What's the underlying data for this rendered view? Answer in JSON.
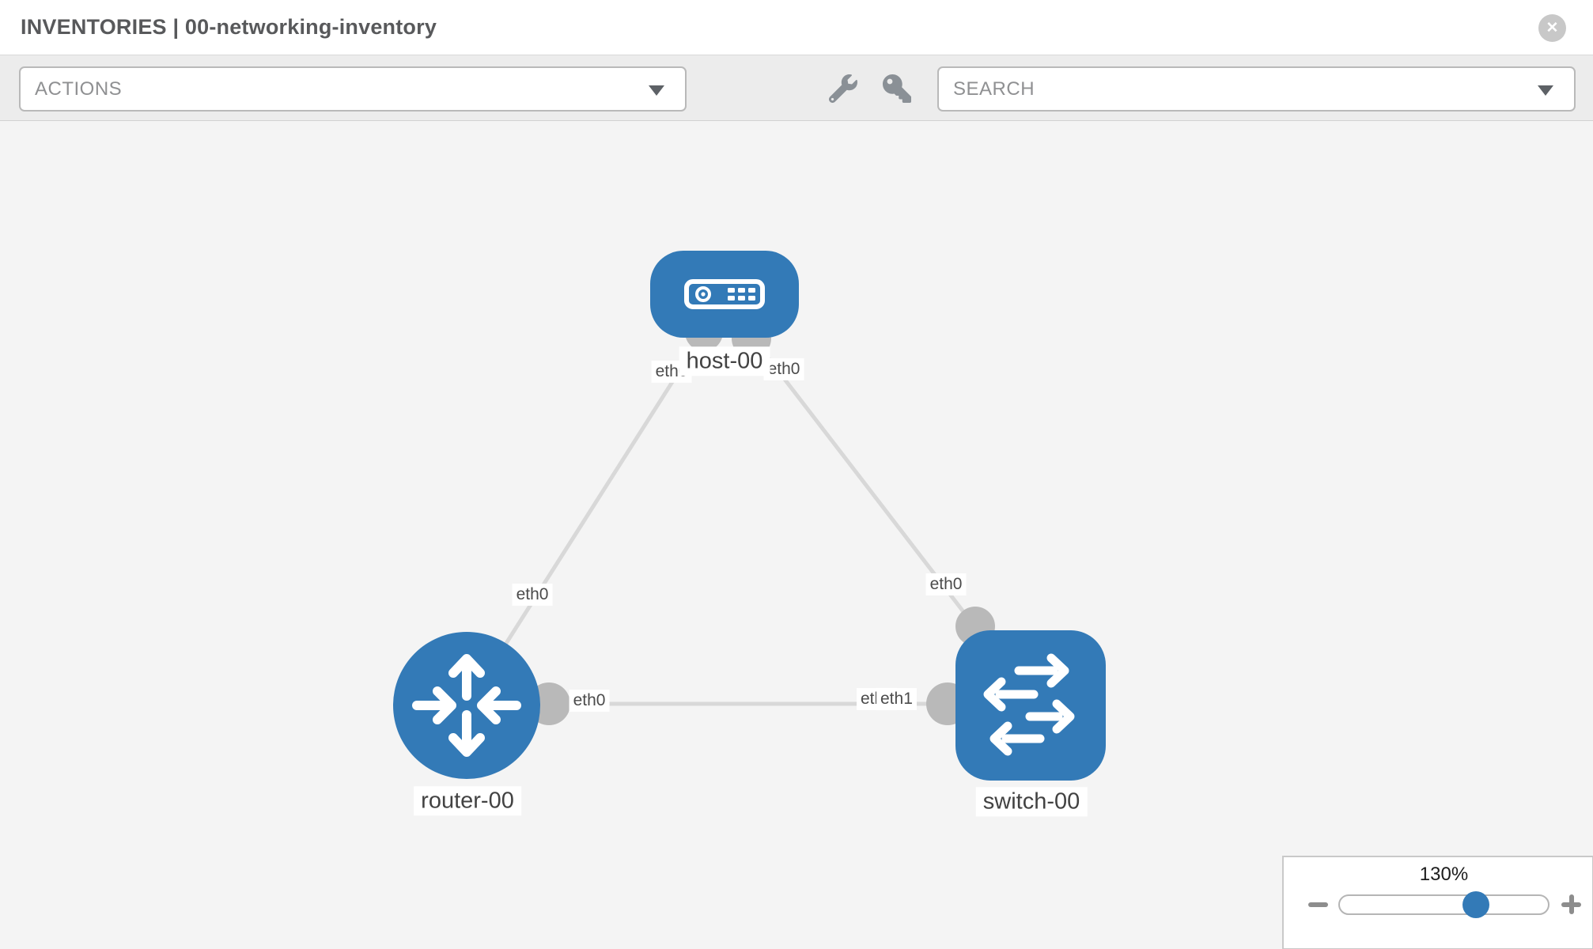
{
  "header": {
    "title": "INVENTORIES | 00-networking-inventory"
  },
  "toolbar": {
    "actions_label": "ACTIONS",
    "search_label": "SEARCH"
  },
  "icons": {
    "close": "✕",
    "wrench": "wrench-icon",
    "key": "key-icon",
    "actions_caret": "caret-down",
    "search_caret": "caret-down"
  },
  "colors": {
    "node_blue": "#337ab7",
    "edge_gray": "#d8d8d8",
    "endpoint_gray": "#b9b9b9",
    "canvas_bg": "#f4f4f4",
    "toolbar_bg": "#ececec"
  },
  "topology": {
    "nodes": [
      {
        "label": "host-00",
        "type": "host"
      },
      {
        "label": "router-00",
        "type": "router"
      },
      {
        "label": "switch-00",
        "type": "switch"
      }
    ],
    "links": [
      {
        "source": "host-00",
        "source_port": "eth0",
        "target": "router-00",
        "target_port": "eth0"
      },
      {
        "source": "host-00",
        "source_port": "eth0",
        "target": "switch-00",
        "target_port": "eth0"
      },
      {
        "source": "router-00",
        "source_port": "eth0",
        "target": "switch-00",
        "target_port": "eth1"
      }
    ],
    "labels": {
      "host": "host-00",
      "router": "router-00",
      "switch": "switch-00",
      "host_router_at_host": "eth0",
      "host_router_at_router": "eth0",
      "host_switch_at_host": "eth0",
      "host_switch_at_switch": "eth0",
      "router_switch_at_router": "eth0",
      "router_switch_at_switch_under": "eth0",
      "router_switch_at_switch": "eth1"
    }
  },
  "zoom_control": {
    "value": "130%"
  }
}
